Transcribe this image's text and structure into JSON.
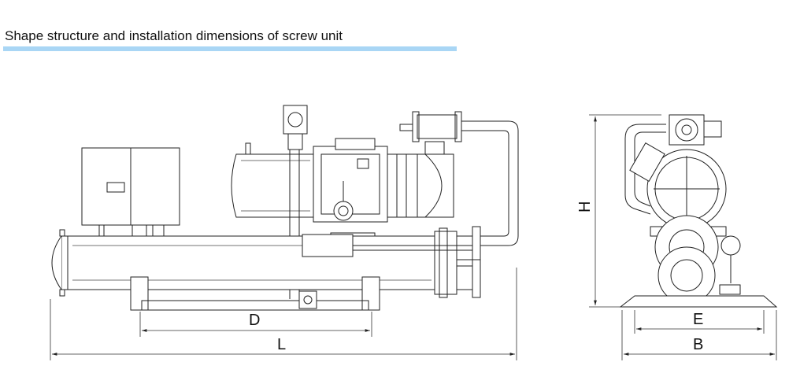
{
  "title": "Shape structure and installation dimensions of screw unit",
  "accent_color": "#a9d6f5",
  "dimensions": {
    "d": "D",
    "l": "L",
    "h": "H",
    "e": "E",
    "b": "B"
  }
}
